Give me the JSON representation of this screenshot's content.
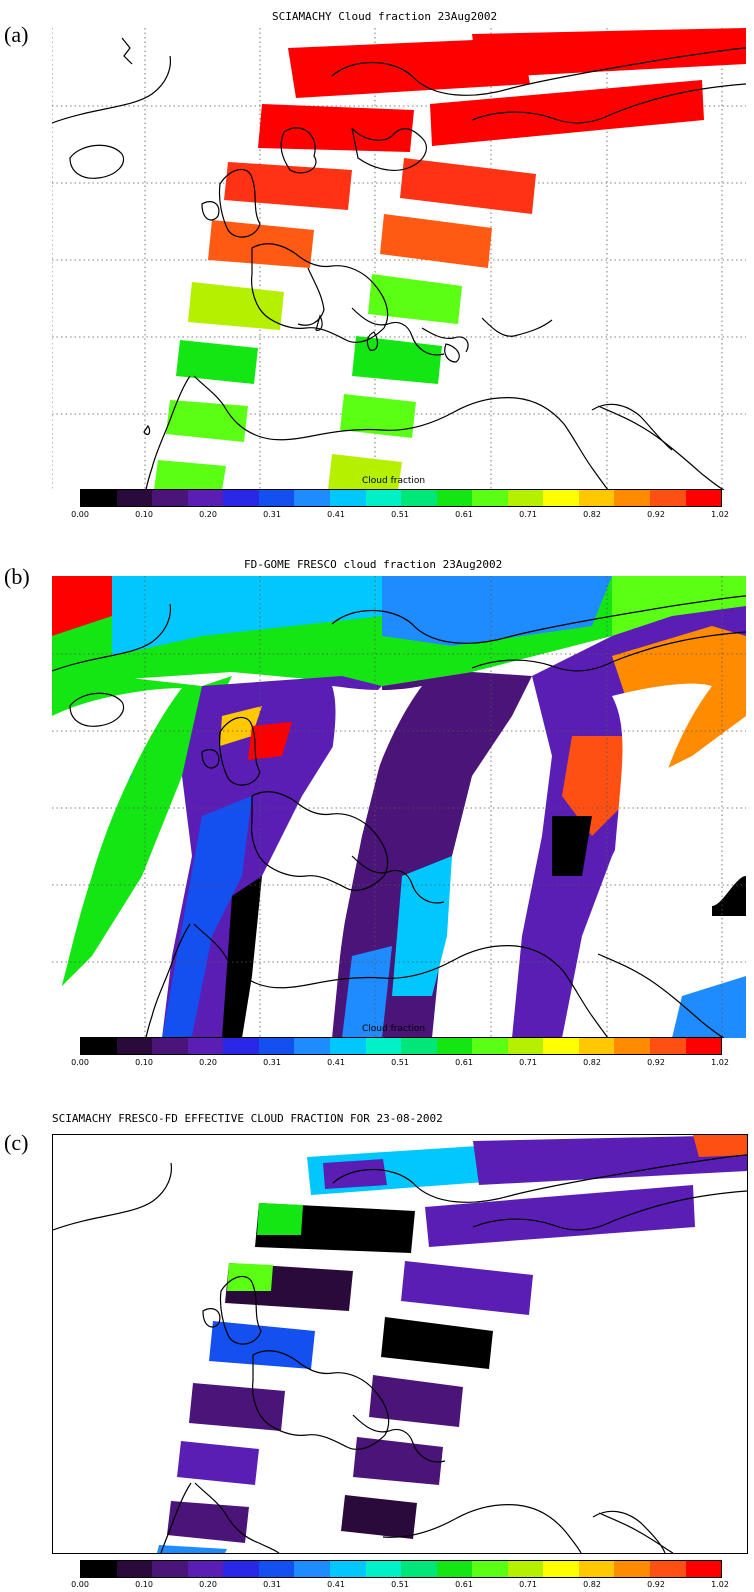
{
  "panels": [
    {
      "letter": "(a)",
      "title": "SCIAMACHY Cloud fraction 23Aug2002",
      "colorbar_label": "Cloud fraction",
      "grid": true
    },
    {
      "letter": "(b)",
      "title": "FD-GOME FRESCO cloud fraction 23Aug2002",
      "colorbar_label": "Cloud fraction",
      "grid": true
    },
    {
      "letter": "(c)",
      "title": "SCIAMACHY FRESCO-FD EFFECTIVE CLOUD FRACTION FOR 23-08-2002",
      "colorbar_label": "",
      "grid": false
    }
  ],
  "colorbar": {
    "ticks": [
      "0.00",
      "0.10",
      "0.20",
      "0.31",
      "0.41",
      "0.51",
      "0.61",
      "0.71",
      "0.82",
      "0.92",
      "1.02"
    ],
    "colors": [
      "#000000",
      "#2a0a3a",
      "#4a1478",
      "#5a1eb4",
      "#2828e6",
      "#1450f0",
      "#1e8cff",
      "#00c8ff",
      "#00f0c8",
      "#00e678",
      "#14e614",
      "#5aff14",
      "#b4f000",
      "#ffff00",
      "#ffc800",
      "#ff8c00",
      "#ff5014",
      "#ff0000"
    ]
  }
}
